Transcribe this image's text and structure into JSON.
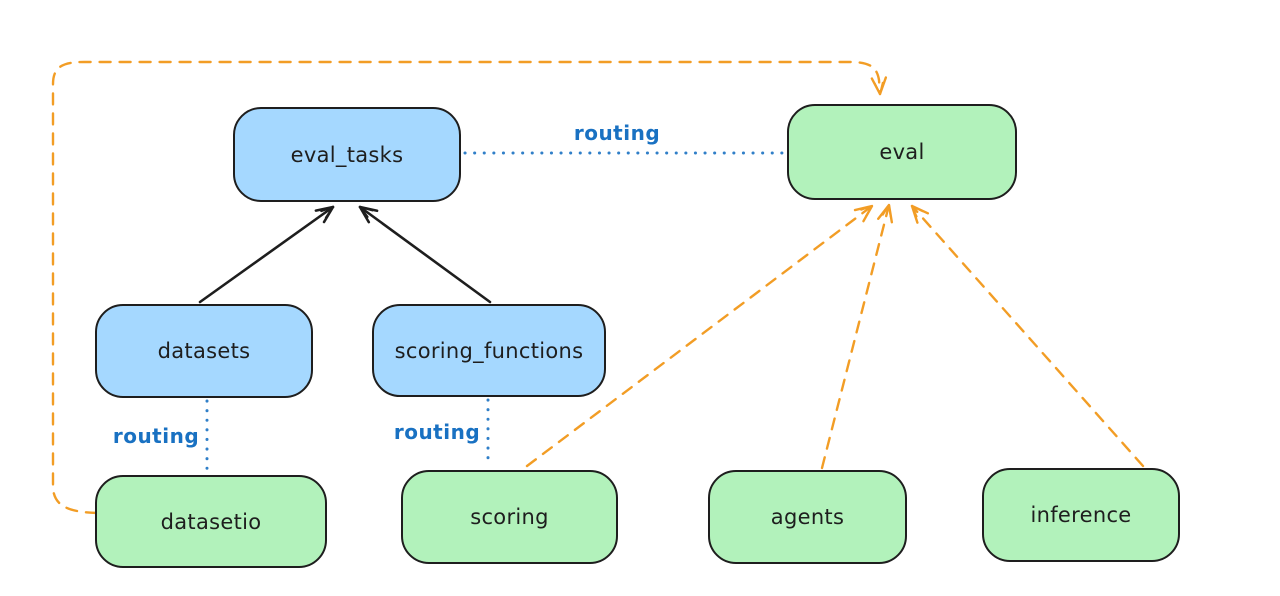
{
  "diagram": {
    "nodes": {
      "eval_tasks": {
        "label": "eval_tasks",
        "fill": "#a5d8ff"
      },
      "eval": {
        "label": "eval",
        "fill": "#b2f2bb"
      },
      "datasets": {
        "label": "datasets",
        "fill": "#a5d8ff"
      },
      "scoring_functions": {
        "label": "scoring_functions",
        "fill": "#a5d8ff"
      },
      "datasetio": {
        "label": "datasetio",
        "fill": "#b2f2bb"
      },
      "scoring": {
        "label": "scoring",
        "fill": "#b2f2bb"
      },
      "agents": {
        "label": "agents",
        "fill": "#b2f2bb"
      },
      "inference": {
        "label": "inference",
        "fill": "#b2f2bb"
      }
    },
    "edge_labels": {
      "eval_tasks_to_eval": "routing",
      "datasets_to_datasetio": "routing",
      "scoring_functions_to_scoring": "routing"
    },
    "edges": [
      {
        "from": "datasets",
        "to": "eval_tasks",
        "style": "solid",
        "color": "#1e1e1e",
        "arrowhead": "end"
      },
      {
        "from": "scoring_functions",
        "to": "eval_tasks",
        "style": "solid",
        "color": "#1e1e1e",
        "arrowhead": "end"
      },
      {
        "from": "eval_tasks",
        "to": "eval",
        "style": "dotted",
        "color": "#1971c2",
        "label": "routing",
        "arrowhead": "none"
      },
      {
        "from": "datasets",
        "to": "datasetio",
        "style": "dotted",
        "color": "#1971c2",
        "label": "routing",
        "arrowhead": "none"
      },
      {
        "from": "scoring_functions",
        "to": "scoring",
        "style": "dotted",
        "color": "#1971c2",
        "label": "routing",
        "arrowhead": "none"
      },
      {
        "from": "datasetio",
        "to": "eval",
        "style": "dashed",
        "color": "#f08c00",
        "arrowhead": "end",
        "route": "around-left-and-top"
      },
      {
        "from": "scoring",
        "to": "eval",
        "style": "dashed",
        "color": "#f08c00",
        "arrowhead": "end"
      },
      {
        "from": "agents",
        "to": "eval",
        "style": "dashed",
        "color": "#f08c00",
        "arrowhead": "end"
      },
      {
        "from": "inference",
        "to": "eval",
        "style": "dashed",
        "color": "#f08c00",
        "arrowhead": "end"
      }
    ],
    "colors": {
      "background": "#ffffff",
      "node_stroke": "#1e1e1e",
      "blue_node_fill": "#a5d8ff",
      "green_node_fill": "#b2f2bb",
      "routing_blue": "#1971c2",
      "orange_dashed": "#f08c00"
    }
  }
}
